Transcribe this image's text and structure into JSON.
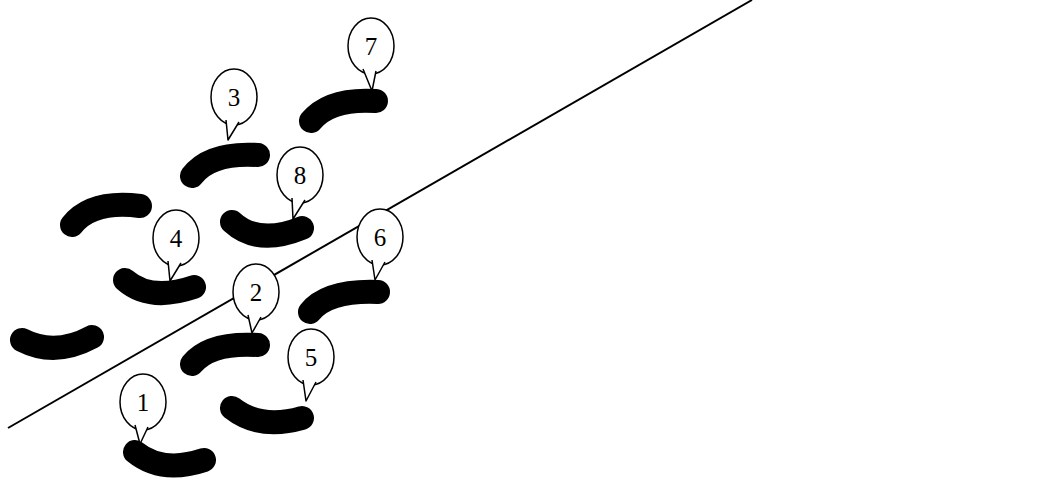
{
  "diagram": {
    "labels": [
      "7",
      "3",
      "8",
      "6",
      "4",
      "2",
      "5",
      "1"
    ]
  }
}
